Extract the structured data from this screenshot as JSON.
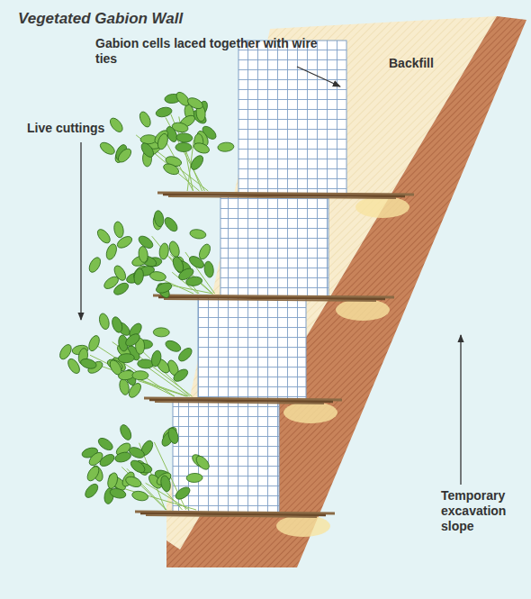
{
  "diagram": {
    "title": "Vegetated Gabion Wall",
    "labels": [
      "Gabion cells laced together with wire ties",
      "Backfill",
      "Live cuttings",
      "Temporary excavation slope"
    ]
  }
}
